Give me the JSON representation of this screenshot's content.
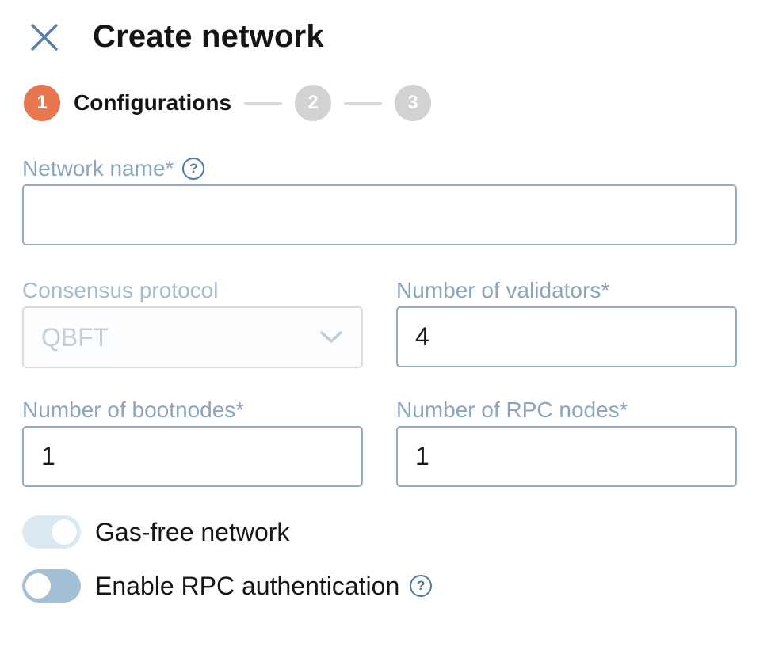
{
  "dialog": {
    "title": "Create network"
  },
  "stepper": {
    "steps": [
      {
        "number": "1",
        "label": "Configurations",
        "state": "active"
      },
      {
        "number": "2",
        "label": "",
        "state": "inactive"
      },
      {
        "number": "3",
        "label": "",
        "state": "inactive"
      }
    ]
  },
  "form": {
    "network_name": {
      "label": "Network name*",
      "value": "",
      "help_glyph": "?"
    },
    "consensus_protocol": {
      "label": "Consensus protocol",
      "value": "QBFT",
      "disabled": true
    },
    "validators": {
      "label": "Number of validators*",
      "value": "4"
    },
    "bootnodes": {
      "label": "Number of bootnodes*",
      "value": "1"
    },
    "rpc_nodes": {
      "label": "Number of RPC nodes*",
      "value": "1"
    },
    "gas_free_toggle": {
      "label": "Gas-free network",
      "state": "on"
    },
    "rpc_auth_toggle": {
      "label": "Enable RPC authentication",
      "state": "off",
      "help_glyph": "?"
    }
  },
  "colors": {
    "accent_orange": "#e8764f",
    "label_blue": "#8ba5bf",
    "disabled_label_blue": "#a7bacc",
    "input_border": "#96abc2",
    "disabled_border": "#d9dde2",
    "disabled_text": "#c7cdd5",
    "toggle_on_track": "#d9e8f1",
    "toggle_off_track": "#a3bfd6",
    "help_icon_blue": "#4a79a3",
    "close_icon_blue": "#587fa8",
    "inactive_step_gray": "#d2d2d2",
    "step_line_gray": "#d9d9d9"
  }
}
